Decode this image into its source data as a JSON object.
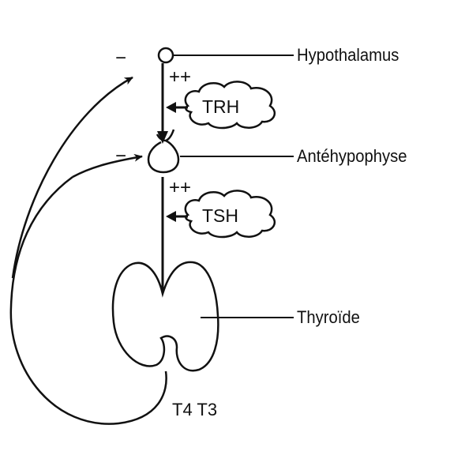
{
  "diagram": {
    "labels": {
      "hypothalamus": "Hypothalamus",
      "antehypophyse": "Antéhypophyse",
      "thyroide": "Thyroïde"
    },
    "hormones": {
      "trh": "TRH",
      "tsh": "TSH",
      "t4t3": "T4 T3"
    },
    "signs": {
      "stim_top": "++",
      "stim_bottom": "++",
      "inhib_top": "−",
      "inhib_bottom": "−"
    },
    "colors": {
      "ink": "#111111",
      "background": "#ffffff"
    }
  }
}
